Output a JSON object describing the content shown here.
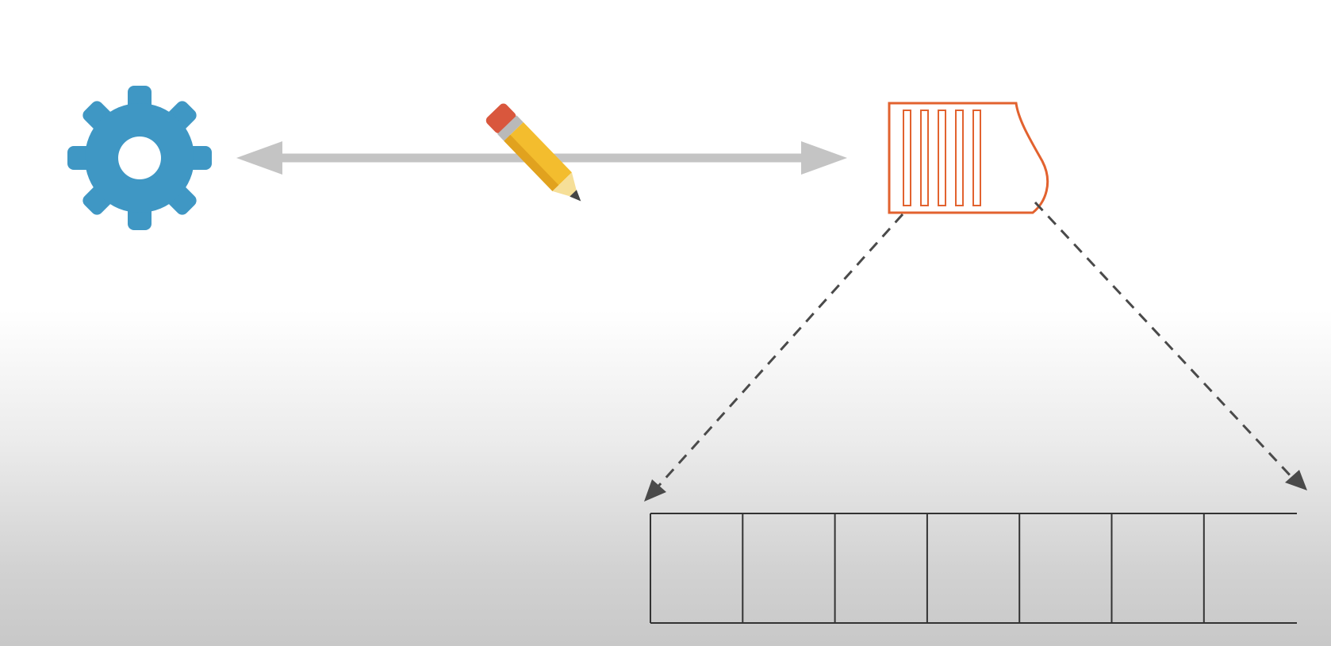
{
  "diagram": {
    "colors": {
      "gear": "#3f97c4",
      "arrow": "#c4c4c4",
      "queue": "#e2622f",
      "dashed": "#4a4a4a",
      "cells": "#333333",
      "pencil_body": "#f3bd2e",
      "pencil_eraser": "#d9573d",
      "pencil_ferrule": "#b9b9b9",
      "pencil_wood": "#f6df98",
      "pencil_lead": "#444444"
    },
    "icons": {
      "process": "gear-icon",
      "edit": "pencil-icon",
      "buffer": "queue-buffer-icon"
    },
    "connection": "bidirectional-arrow",
    "buffer_bars": 5,
    "expanded_cells": 7
  }
}
